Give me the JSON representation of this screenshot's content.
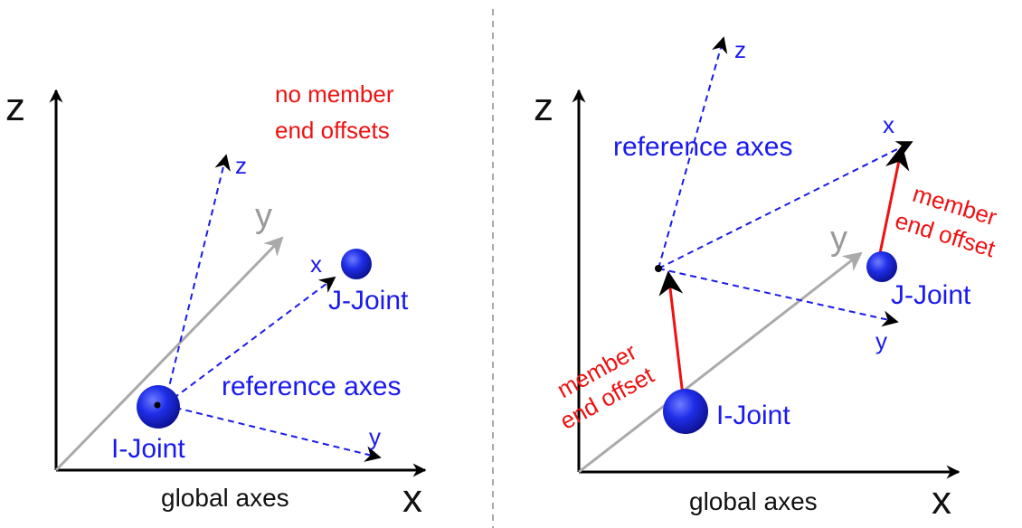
{
  "colors": {
    "global_axis": "#000000",
    "reference_axis": "#1a1aee",
    "offset": "#ee1111",
    "grey_axis": "#aaaaaa",
    "divider": "#aaaaaa",
    "joint": "#1a22ee"
  },
  "left_panel": {
    "global_x_label": "x",
    "global_z_label": "z",
    "global_y_label": "y",
    "global_axes_caption": "global axes",
    "note_line1": "no member",
    "note_line2": "end offsets",
    "ref_x_label": "x",
    "ref_y_label": "y",
    "ref_z_label": "z",
    "reference_axes_caption": "reference axes",
    "i_joint_label": "I-Joint",
    "j_joint_label": "J-Joint"
  },
  "right_panel": {
    "global_x_label": "x",
    "global_z_label": "z",
    "global_y_label": "y",
    "global_axes_caption": "global axes",
    "ref_x_label": "x",
    "ref_y_label": "y",
    "ref_z_label": "z",
    "reference_axes_caption": "reference axes",
    "i_joint_label": "I-Joint",
    "j_joint_label": "J-Joint",
    "i_offset_line1": "member",
    "i_offset_line2": "end offset",
    "j_offset_line1": "member",
    "j_offset_line2": "end offset"
  }
}
